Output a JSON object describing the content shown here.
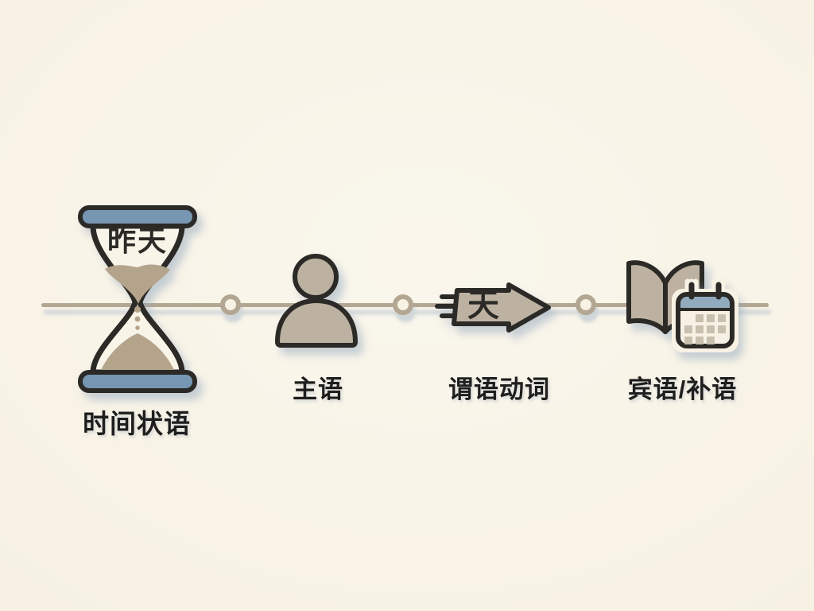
{
  "colors": {
    "background": "#f7f2e4",
    "outline": "#2b2a26",
    "connector": "#b3a793",
    "icon_fill": "#bdb2a2",
    "sand": "#b5a48c",
    "cap_blue": "#7696b2",
    "glass_fill": "#f8f4e8",
    "calendar_header": "#92aabe",
    "calendar_body": "#f6f1e4",
    "calendar_cell": "#c9bfae",
    "label_text": "#1e1e1e"
  },
  "items": [
    {
      "id": "time-adverbial",
      "icon": "hourglass-icon",
      "icon_text": "昨天",
      "label": "时间状语"
    },
    {
      "id": "subject",
      "icon": "person-icon",
      "label": "主语"
    },
    {
      "id": "predicate-verb",
      "icon": "speed-arrow-icon",
      "icon_text": "天",
      "label": "谓语动词"
    },
    {
      "id": "object-complement",
      "icon": "book-calendar-icon",
      "label": "宾语/补语"
    }
  ]
}
